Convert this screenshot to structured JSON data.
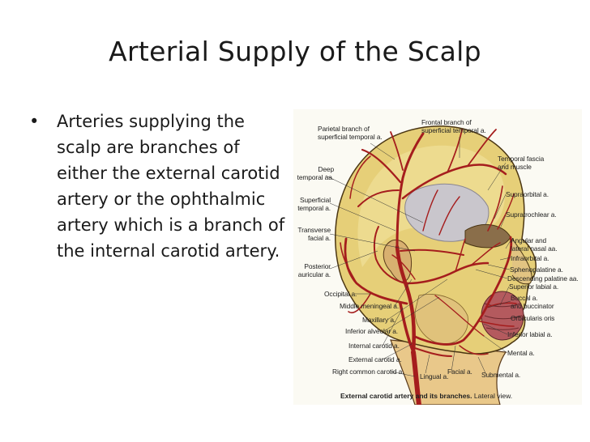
{
  "slide": {
    "title": "Arterial Supply of the Scalp",
    "bullet": "Arteries supplying the scalp are branches of either the external carotid artery or the ophthalmic artery which is a branch of the internal carotid artery."
  },
  "figure": {
    "caption_bold": "External carotid artery and its branches.",
    "caption_rest": " Lateral view.",
    "labels": {
      "parietal": "Parietal branch of\nsuperficial temporal a.",
      "frontal": "Frontal branch of\nsuperficial temporal a.",
      "temporal_fascia": "Temporal fascia\nand muscle",
      "deep_temporal": "Deep\ntemporal aa.",
      "superficial_temporal": "Superficial\ntemporal a.",
      "supraorbital": "Supraorbital a.",
      "supratrochlear": "Supratrochlear a.",
      "transverse_facial": "Transverse\nfacial a.",
      "angular": "Angular and\nlateral nasal aa.",
      "infraorbital": "Infraorbital a.",
      "posterior_auricular": "Posterior\nauricular a.",
      "sphenopalatine": "Sphenopalatine a.",
      "descending_palatine": "Descending palatine aa.",
      "superior_labial": "Superior labial a.",
      "occipital": "Occipital a.",
      "buccal": "Buccal a.\nand buccinator",
      "middle_meningeal": "Middle meningeal a.",
      "orbicularis": "Orbicularis oris",
      "maxillary": "Maxillary a.",
      "inferior_alveolar": "Inferior alveolar a.",
      "inferior_labial": "Inferior labial a.",
      "internal_carotid": "Internal carotid a.",
      "mental": "Mental a.",
      "external_carotid": "External carotid a.",
      "right_common_carotid": "Right common carotid a.",
      "lingual": "Lingual a.",
      "facial": "Facial a.",
      "submental": "Submental a."
    }
  }
}
